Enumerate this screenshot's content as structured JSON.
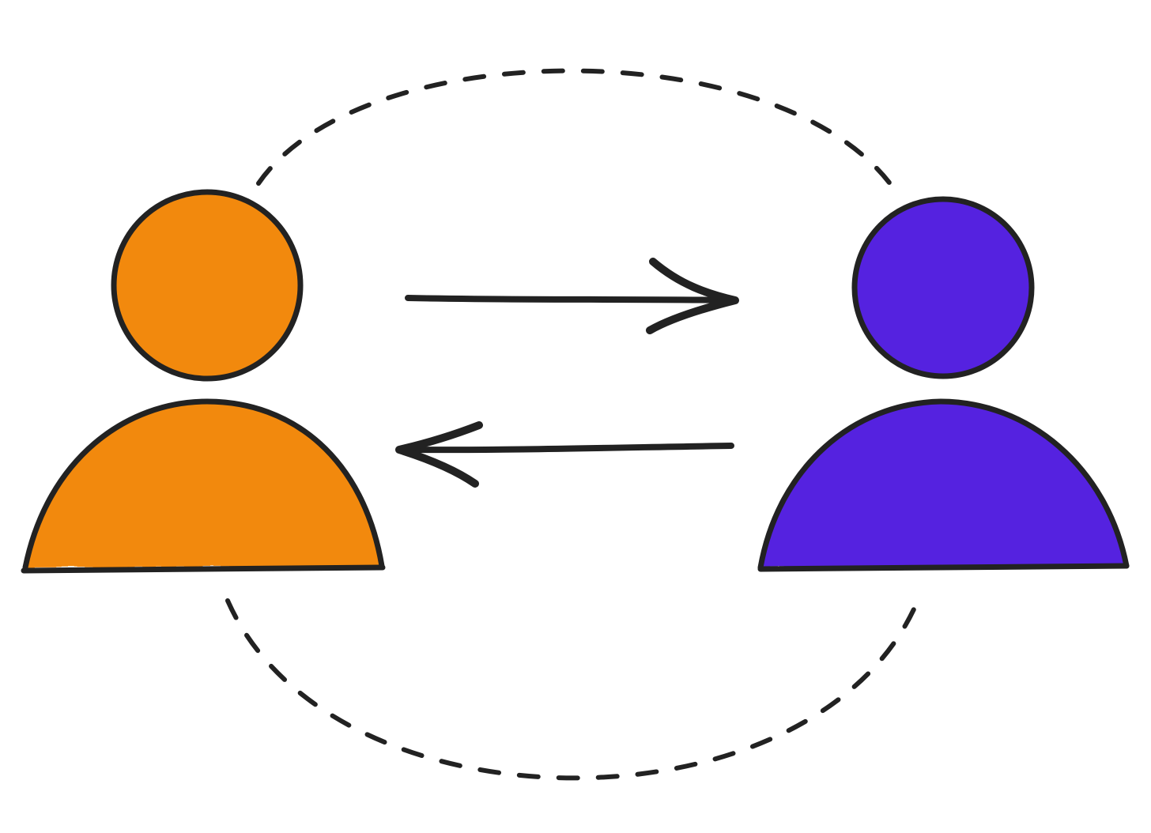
{
  "diagram": {
    "nodes": [
      {
        "id": "person-left",
        "shape": "person",
        "fill": "#F2890F"
      },
      {
        "id": "person-right",
        "shape": "person",
        "fill": "#5523E0"
      }
    ],
    "edges": [
      {
        "from": "person-left",
        "to": "person-right",
        "style": "solid-arrow"
      },
      {
        "from": "person-right",
        "to": "person-left",
        "style": "solid-arrow"
      }
    ],
    "enclosure": {
      "shape": "circle",
      "stroke": "dashed",
      "encloses": [
        "person-left",
        "person-right"
      ]
    }
  },
  "colors": {
    "stroke": "#222222",
    "left_person": "#F2890F",
    "right_person": "#5523E0",
    "background": "#FFFFFF"
  }
}
